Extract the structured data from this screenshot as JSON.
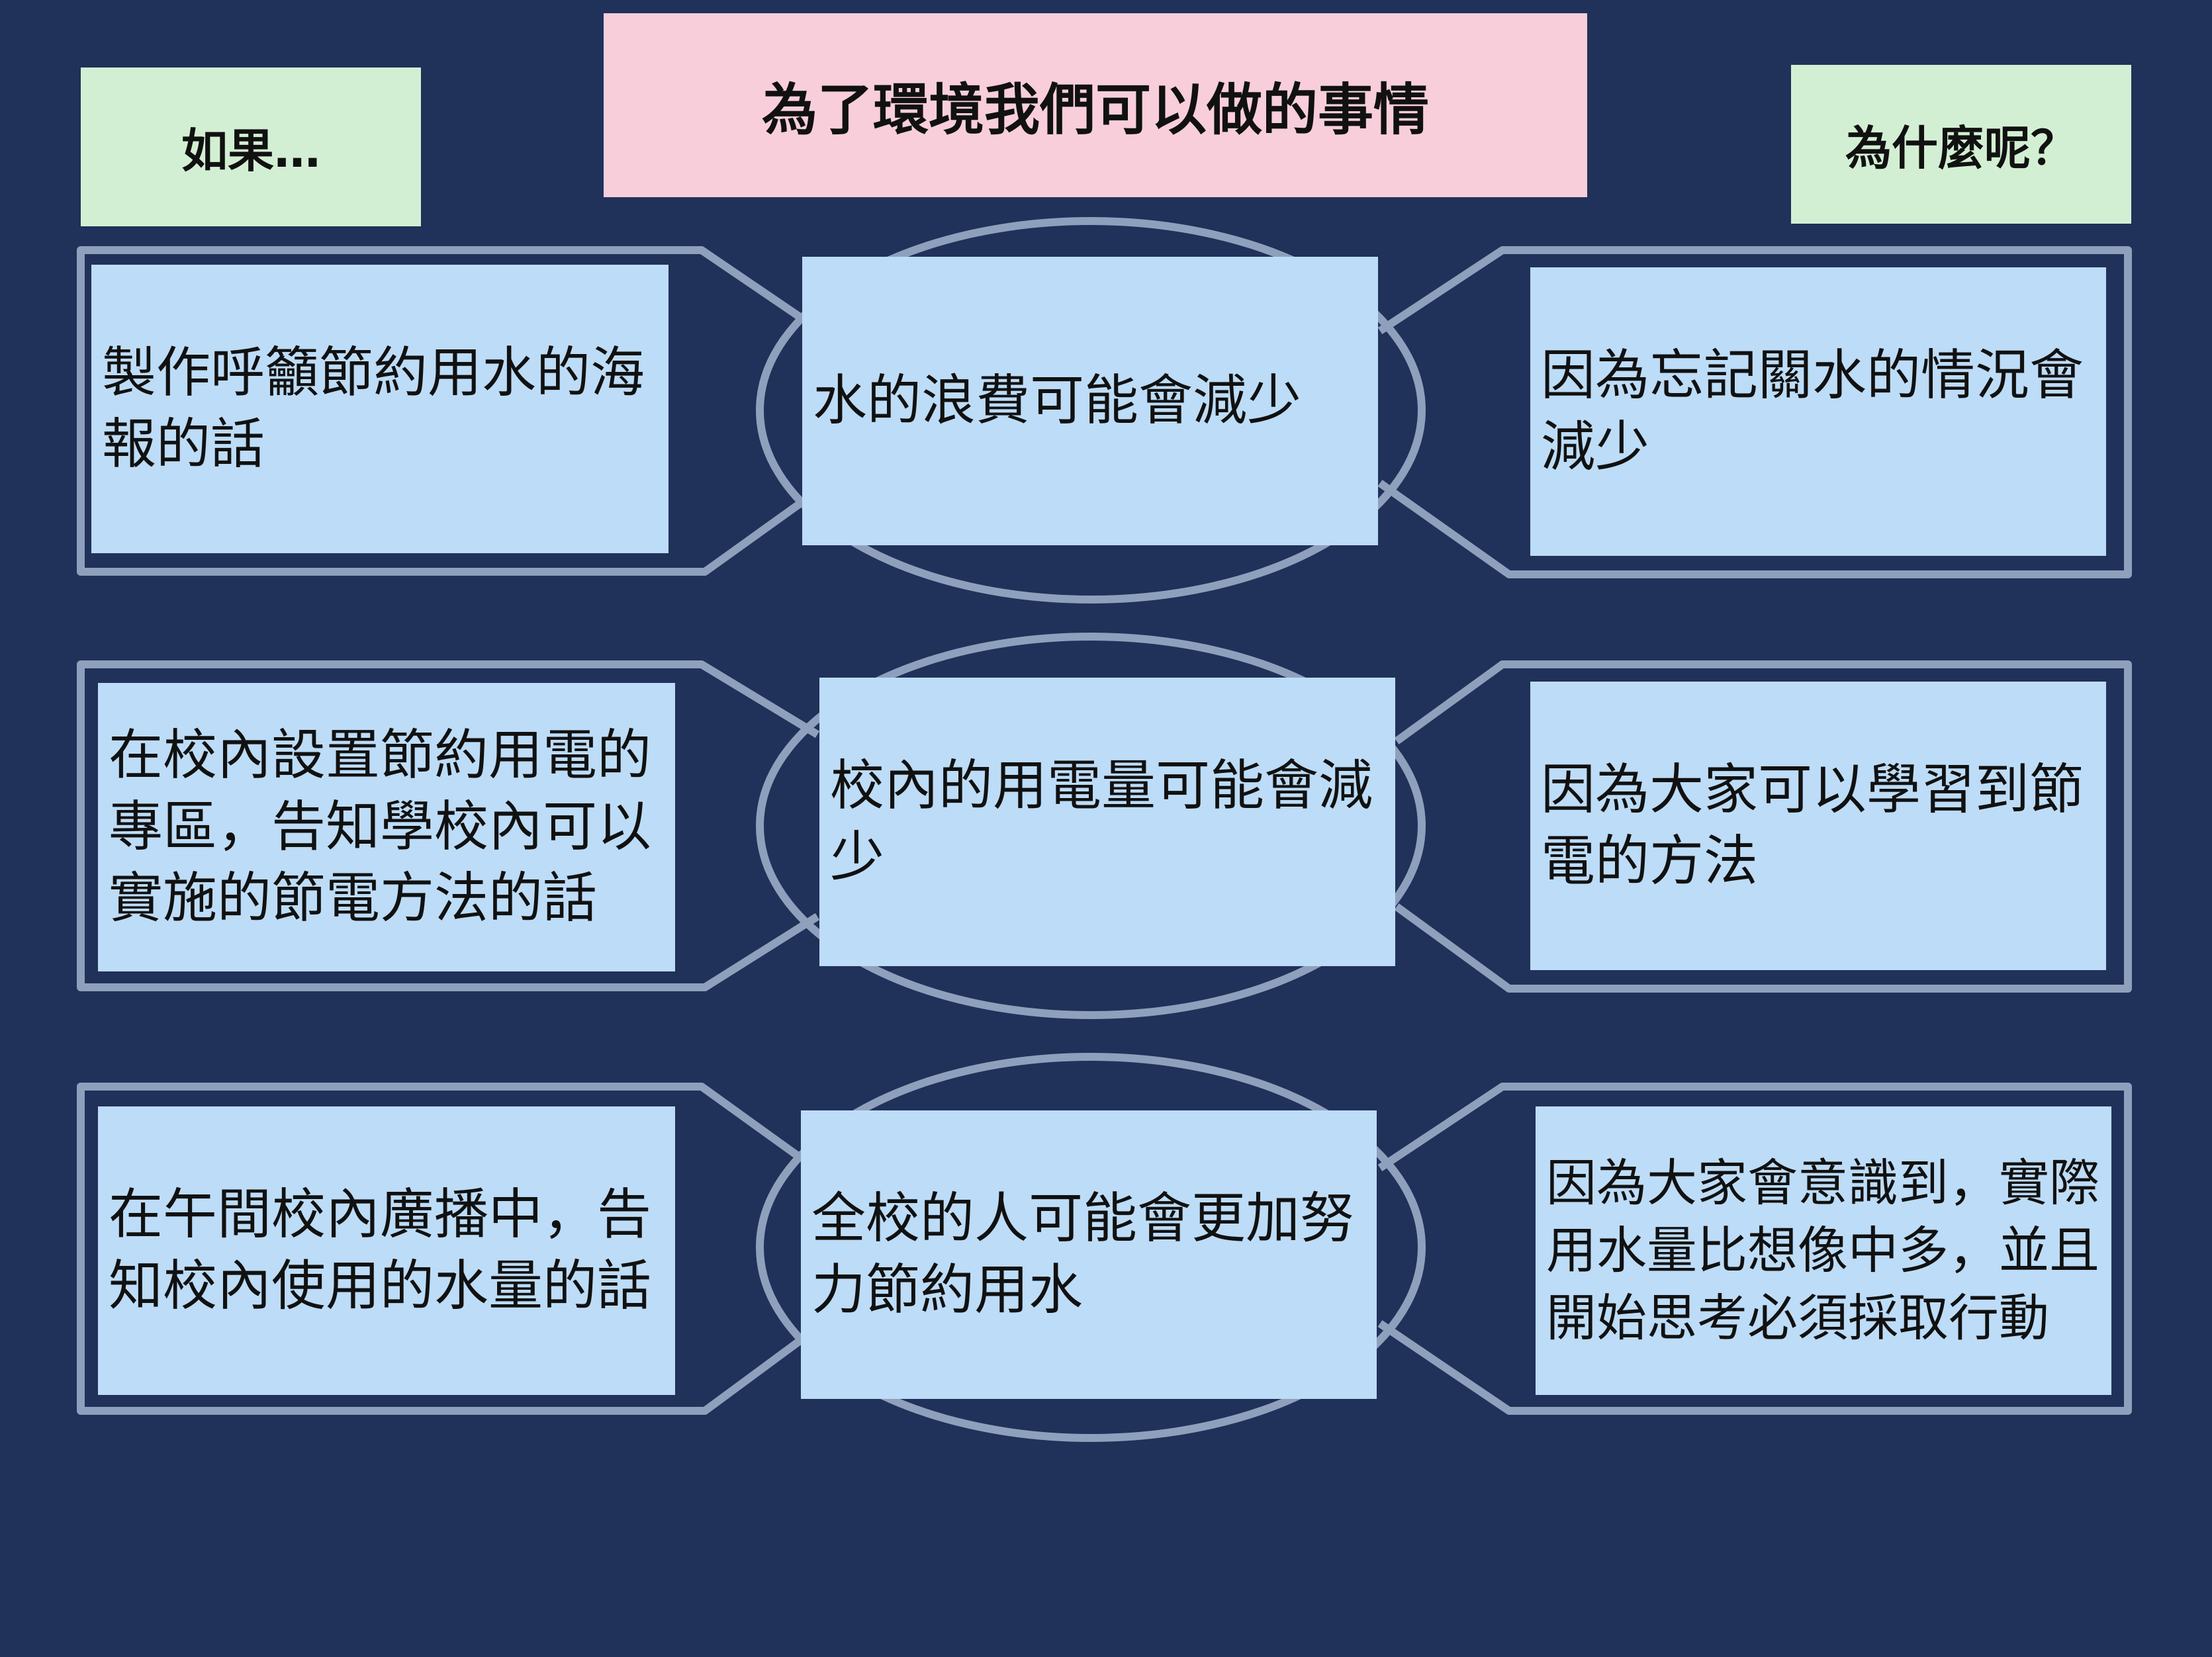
{
  "title": "為了環境我們可以做的事情",
  "left_header": "如果…",
  "right_header": "為什麼呢？",
  "rows": [
    {
      "if": "製作呼籲節約用水的海報的話",
      "result": "水的浪費可能會減少",
      "why": "因為忘記關水的情況會減少"
    },
    {
      "if": "在校內設置節約用電的專區，告知學校內可以實施的節電方法的話",
      "result": "校內的用電量可能會減少",
      "why": "因為大家可以學習到節電的方法"
    },
    {
      "if": "在午間校內廣播中，告知校內使用的水量的話",
      "result": "全校的人可能會更加努力節約用水",
      "why": "因為大家會意識到，實際用水量比想像中多，並且開始思考必須採取行動"
    }
  ],
  "colors": {
    "background": "#20315a",
    "title_fill": "#f8cedb",
    "header_fill": "#d3efd3",
    "cell_fill": "#bddcf7",
    "outline": "#8fa0bd"
  }
}
